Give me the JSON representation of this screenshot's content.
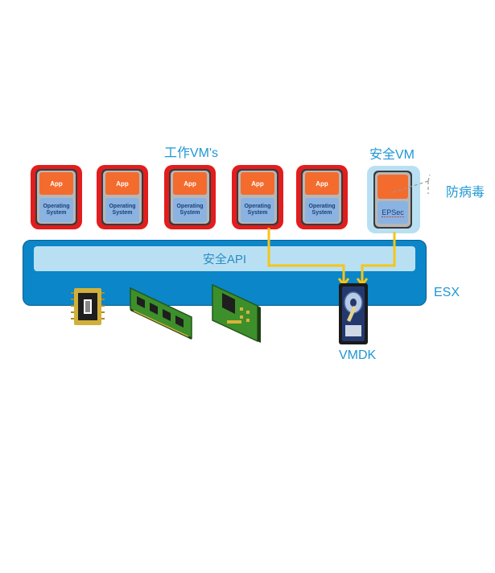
{
  "title_work_vms": "工作VM's",
  "title_security_vm": "安全VM",
  "antivirus_label": "防病毒",
  "api_label": "安全API",
  "esx_label": "ESX",
  "vmdk_label": "VMDK",
  "vms": [
    {
      "app": "App",
      "os": "Operating System"
    },
    {
      "app": "App",
      "os": "Operating System"
    },
    {
      "app": "App",
      "os": "Operating System"
    },
    {
      "app": "App",
      "os": "Operating System"
    },
    {
      "app": "App",
      "os": "Operating System"
    }
  ],
  "security_vm": {
    "module": "EPSec"
  },
  "icons": [
    "cpu-chip-icon",
    "memory-module-icon",
    "network-card-icon",
    "disk-drive-icon"
  ],
  "colors": {
    "vm_border": "#e21d1d",
    "app": "#f46b2e",
    "os": "#8ab3e2",
    "esx": "#0a86c9",
    "api": "#b9e0f2",
    "connector": "#f5c518",
    "label": "#1f97d4"
  }
}
